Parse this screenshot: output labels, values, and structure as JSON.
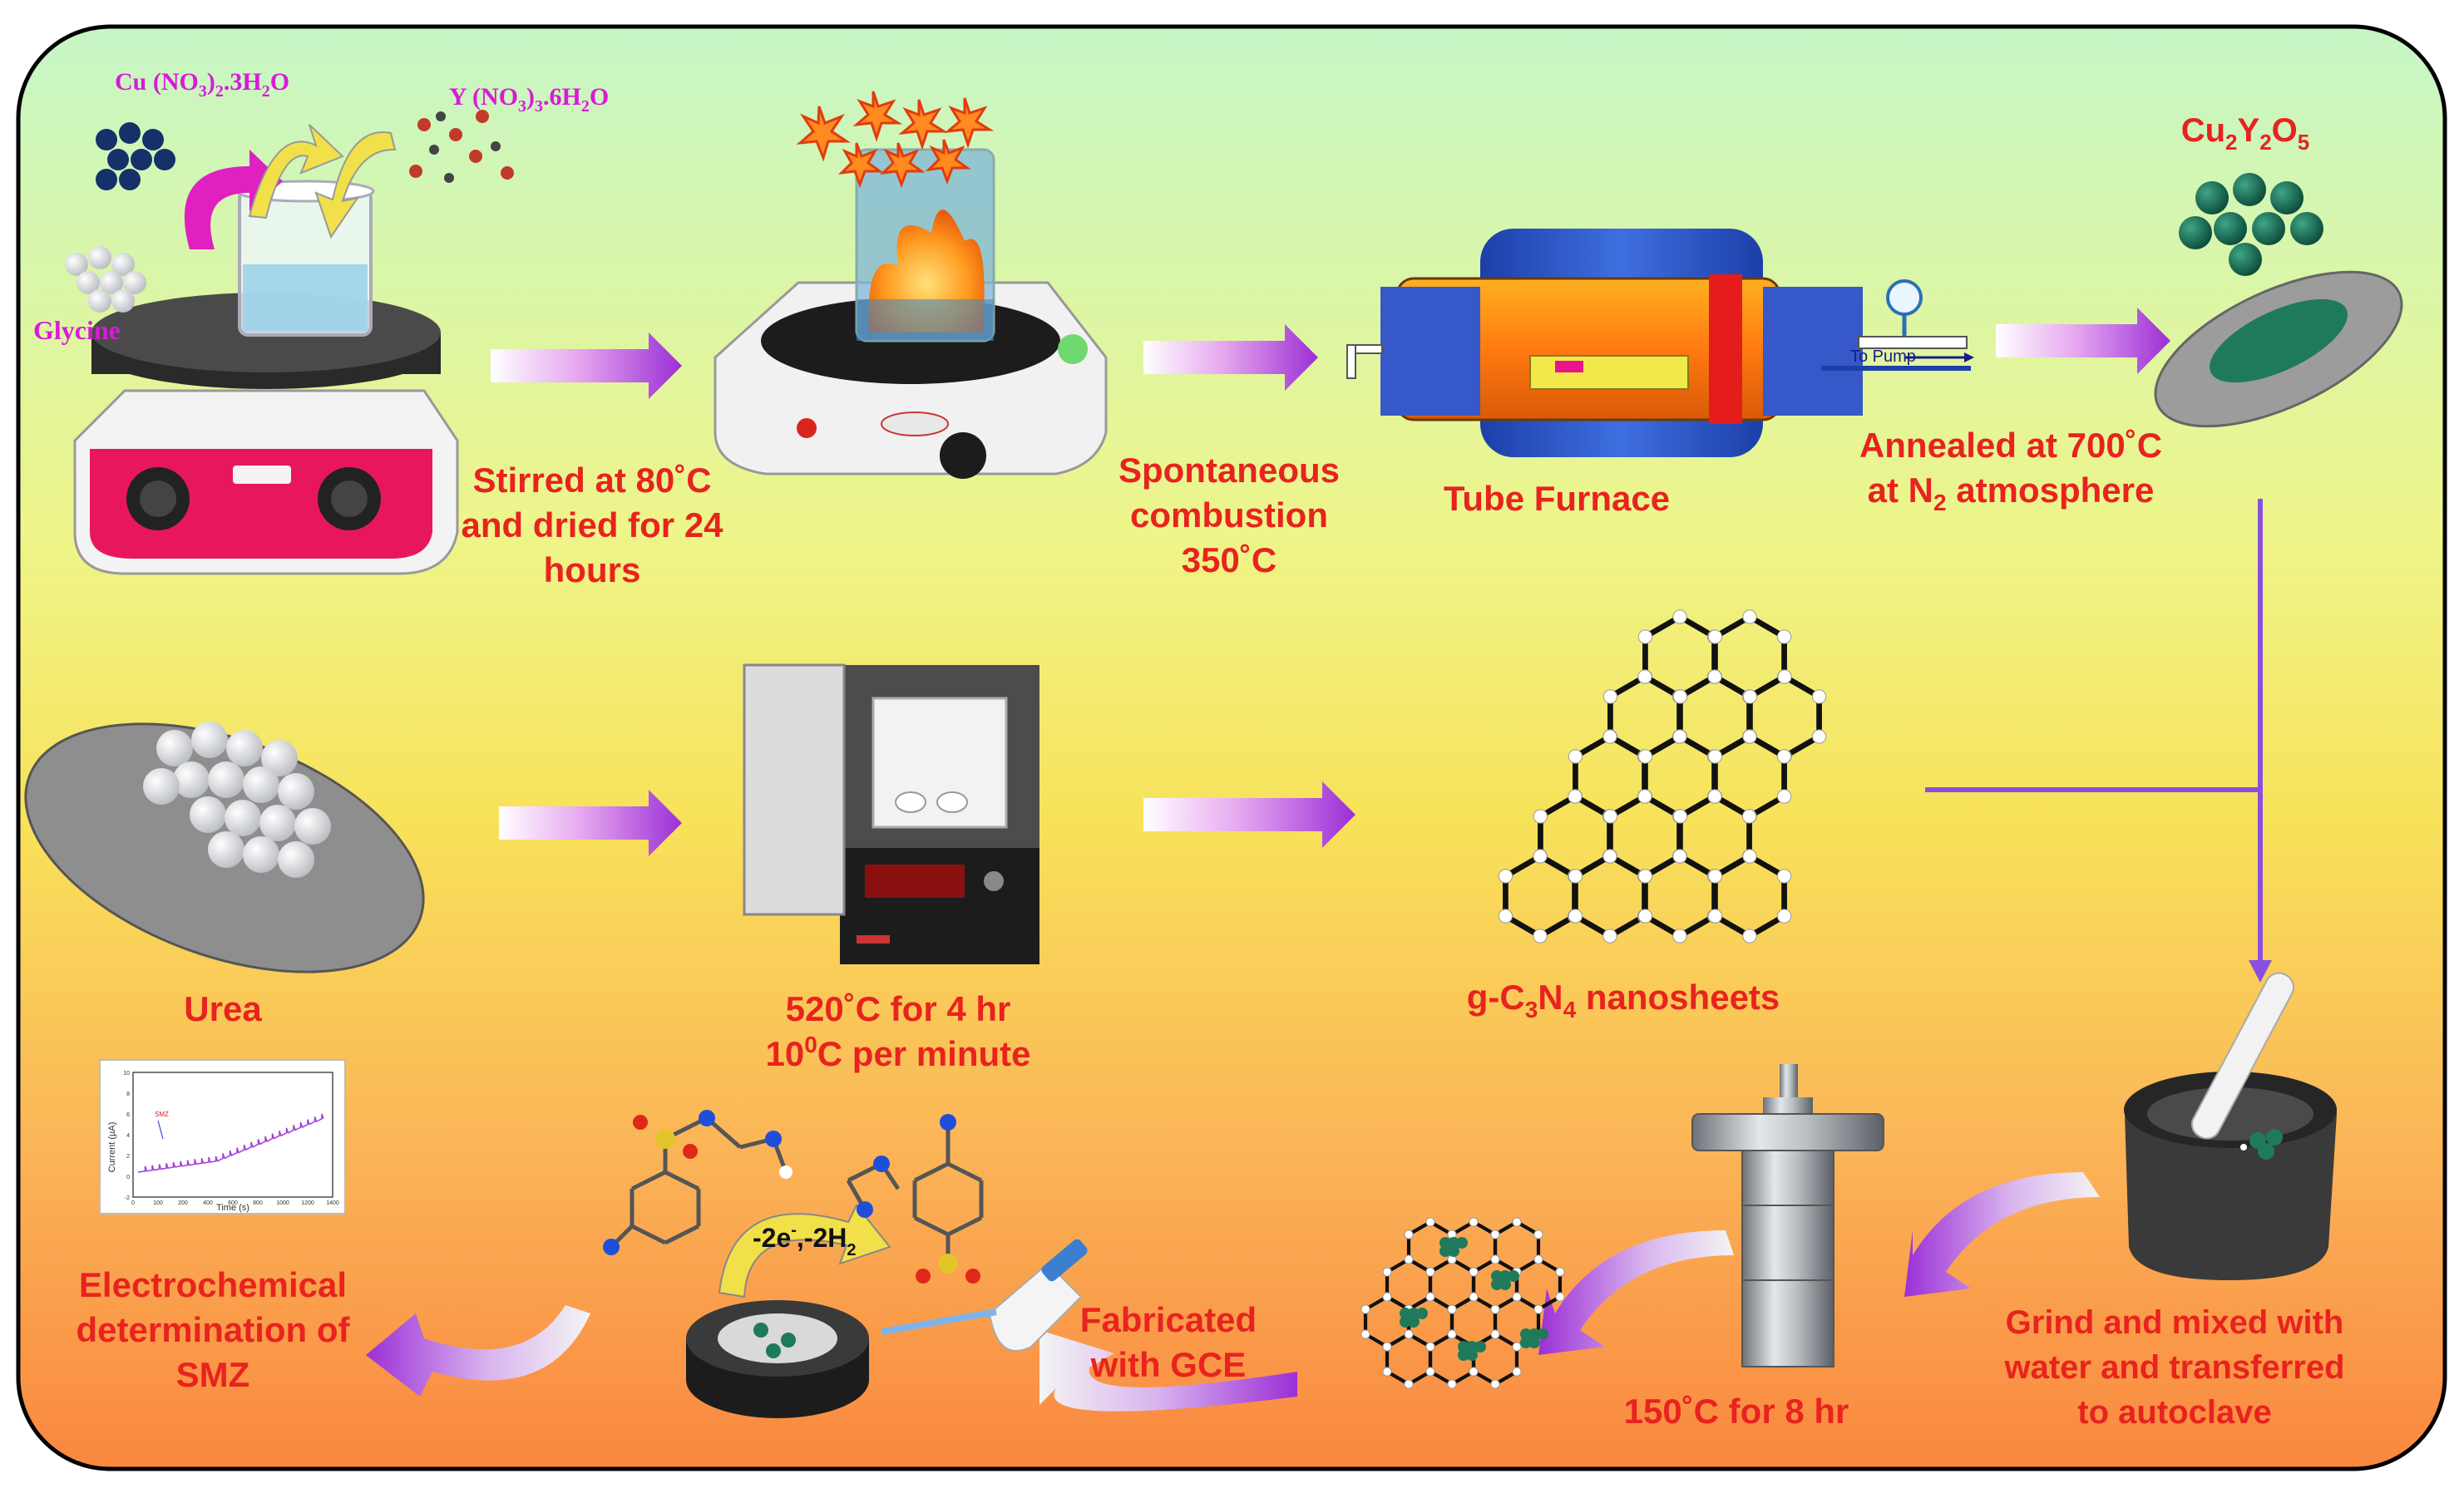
{
  "colors": {
    "label_red": "#e8231f",
    "reagent_magenta": "#d91ad9",
    "arrow_purple": "#9b2fd6",
    "line_violet": "#8a4fe0",
    "bg_top": "#c8f5c0",
    "bg_mid": "#f4ef6a",
    "bg_bottom": "#f98a4a"
  },
  "reagents": {
    "cu": "Cu (NO3)2.3H2O",
    "y": "Y (NO3)3.6H2O",
    "glycine": "Glycine"
  },
  "labels": {
    "stir1": "Stirred at 80˚C",
    "stir2": "and dried for 24",
    "stir3": "hours",
    "comb1": "Spontaneous",
    "comb2": "combustion",
    "comb3": "350˚C",
    "furnace": "Tube Furnace",
    "topump": "To Pump",
    "anneal1": "Annealed at 700˚C",
    "anneal2_pre": "at N",
    "anneal2_sub": "2",
    "anneal2_post": " atmosphere",
    "product_cu": "Cu",
    "product_s1": "2",
    "product_y": "Y",
    "product_s2": "2",
    "product_o": "O",
    "product_s3": "5",
    "urea": "Urea",
    "calc1": "520˚C for 4 hr",
    "calc2_pre": "10",
    "calc2_sup": "0",
    "calc2_post": "C per minute",
    "gcn_pre": "g-C",
    "gcn_s1": "3",
    "gcn_mid": "N",
    "gcn_s2": "4",
    "gcn_post": " nanosheets",
    "grind1": "Grind and mixed with",
    "grind2": "water and transferred",
    "grind3": "to autoclave",
    "hydro": "150˚C for 8 hr",
    "fab1": "Fabricated",
    "fab2": "with GCE",
    "reaction": "-2e-,-2H2",
    "electro1": "Electrochemical",
    "electro2": "determination of",
    "electro3": "SMZ"
  },
  "chart_inset": {
    "ylabel": "Current (µA)",
    "xlabel": "Time (s)",
    "xticks": [
      "0",
      "100",
      "200",
      "400",
      "600",
      "800",
      "1000",
      "1200",
      "1400"
    ],
    "yticks": [
      "10",
      "8",
      "6",
      "4",
      "2",
      "0",
      "-2"
    ],
    "marker": "SMZ"
  }
}
